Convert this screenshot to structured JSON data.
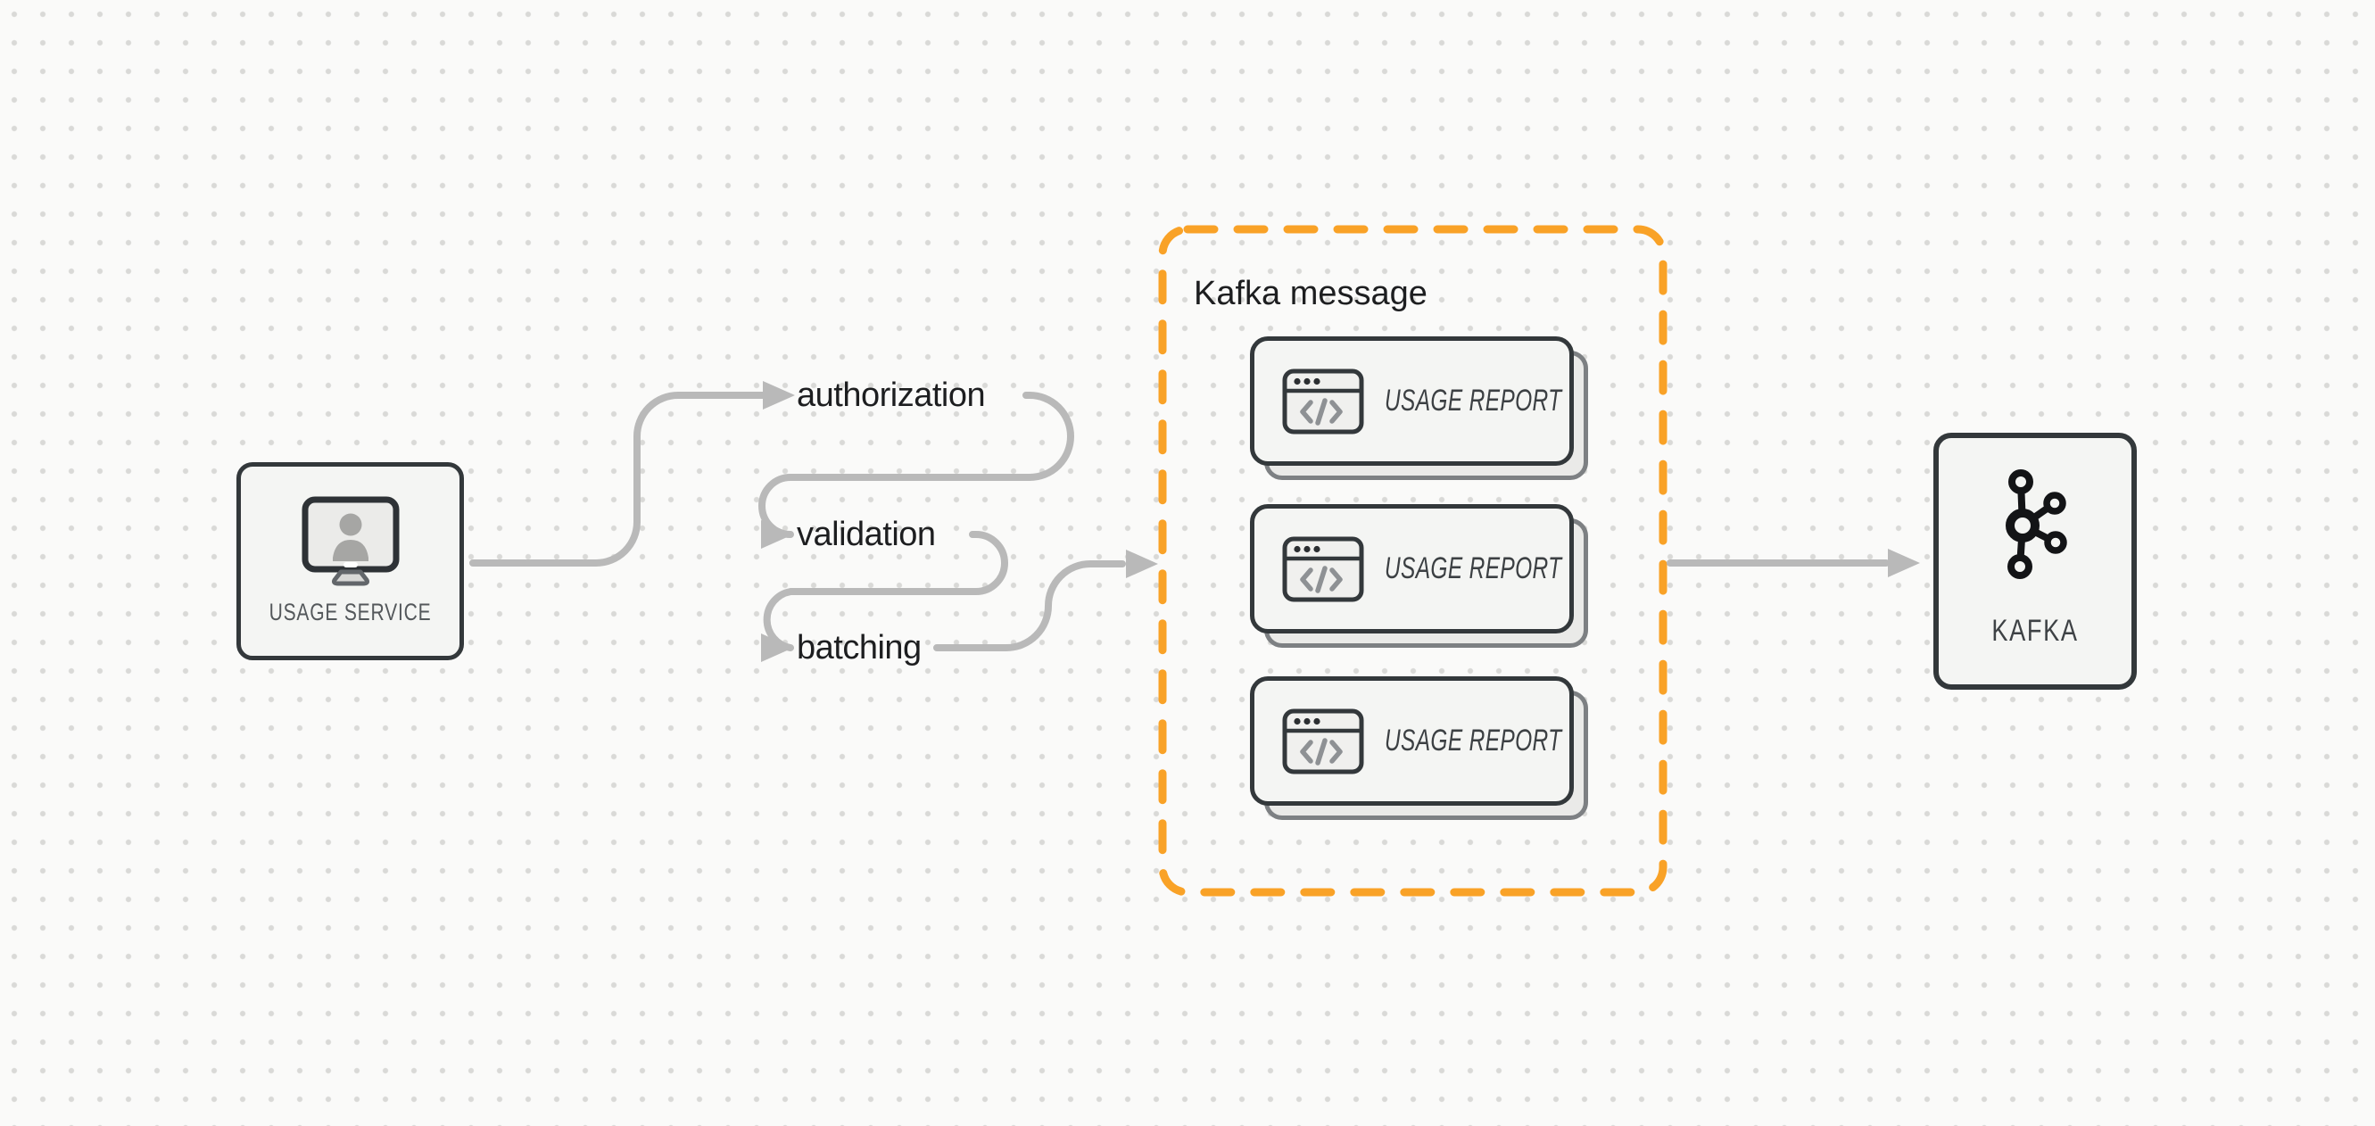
{
  "diagram": {
    "source_node": {
      "label": "USAGE SERVICE",
      "icon": "monitor-user-icon"
    },
    "steps": [
      {
        "label": "authorization"
      },
      {
        "label": "validation"
      },
      {
        "label": "batching"
      }
    ],
    "group": {
      "title": "Kafka message",
      "cards": [
        {
          "label": "USAGE REPORT",
          "icon": "code-window-icon"
        },
        {
          "label": "USAGE REPORT",
          "icon": "code-window-icon"
        },
        {
          "label": "USAGE REPORT",
          "icon": "code-window-icon"
        }
      ]
    },
    "target_node": {
      "label": "KAFKA",
      "icon": "kafka-logo-icon"
    }
  },
  "colors": {
    "accent_orange": "#f9a227",
    "arrow_gray": "#b9b9b9",
    "node_border": "#33383b",
    "node_fill": "#f4f5f3",
    "shadow_border": "#7d8083",
    "shadow_fill": "#eaeae8",
    "text_dark": "#1d1e20",
    "text_muted": "#54585b",
    "report_text": "#3c4043",
    "background": "#fafaf9",
    "dot_color": "#d9d9d7"
  }
}
